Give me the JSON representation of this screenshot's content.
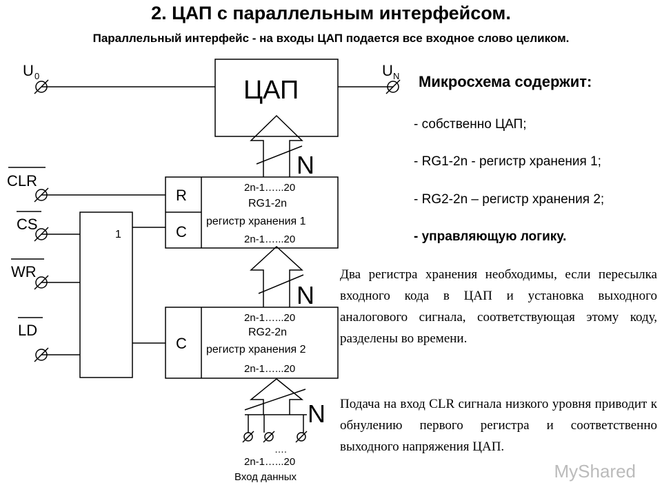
{
  "title": "2. ЦАП с параллельным интерфейсом.",
  "subtitle": "Параллельный интерфейс - на входы ЦАП подается все входное слово целиком.",
  "diagram": {
    "dac_label": "ЦАП",
    "u0": "U",
    "u0_sub": "0",
    "un": "U",
    "un_sub": "N",
    "clr": "CLR",
    "cs": "CS",
    "wr": "WR",
    "ld": "LD",
    "logic_one": "1",
    "bus_n": "N",
    "r_label": "R",
    "c_label": "C",
    "reg1": {
      "top_bits": "2n-1…...20",
      "name": "RG1-2n",
      "desc": "регистр хранения 1",
      "bottom_bits": "2n-1…...20"
    },
    "reg2": {
      "top_bits": "2n-1…...20",
      "name": "RG2-2n",
      "desc": "регистр хранения 2",
      "bottom_bits": "2n-1…...20"
    },
    "inputs_dots": "….",
    "input_bits": "2n-1…...20",
    "input_label": "Вход данных"
  },
  "chip": {
    "title": "Микросхема содержит:",
    "items": [
      "- собственно ЦАП;",
      "- RG1-2n - регистр хранения 1;",
      "- RG2-2n – регистр хранения 2;",
      "- управляющую логику."
    ]
  },
  "para1": "Два регистра хранения необходимы, если пересылка входного кода в ЦАП и установка выходного аналогового сигнала, соответствующая этому коду, разделены во времени.",
  "para2": "Подача на вход CLR сигнала низкого уровня приводит к обнулению первого регистра и соответственно выходного напряжения ЦАП.",
  "watermark": "MyShared"
}
